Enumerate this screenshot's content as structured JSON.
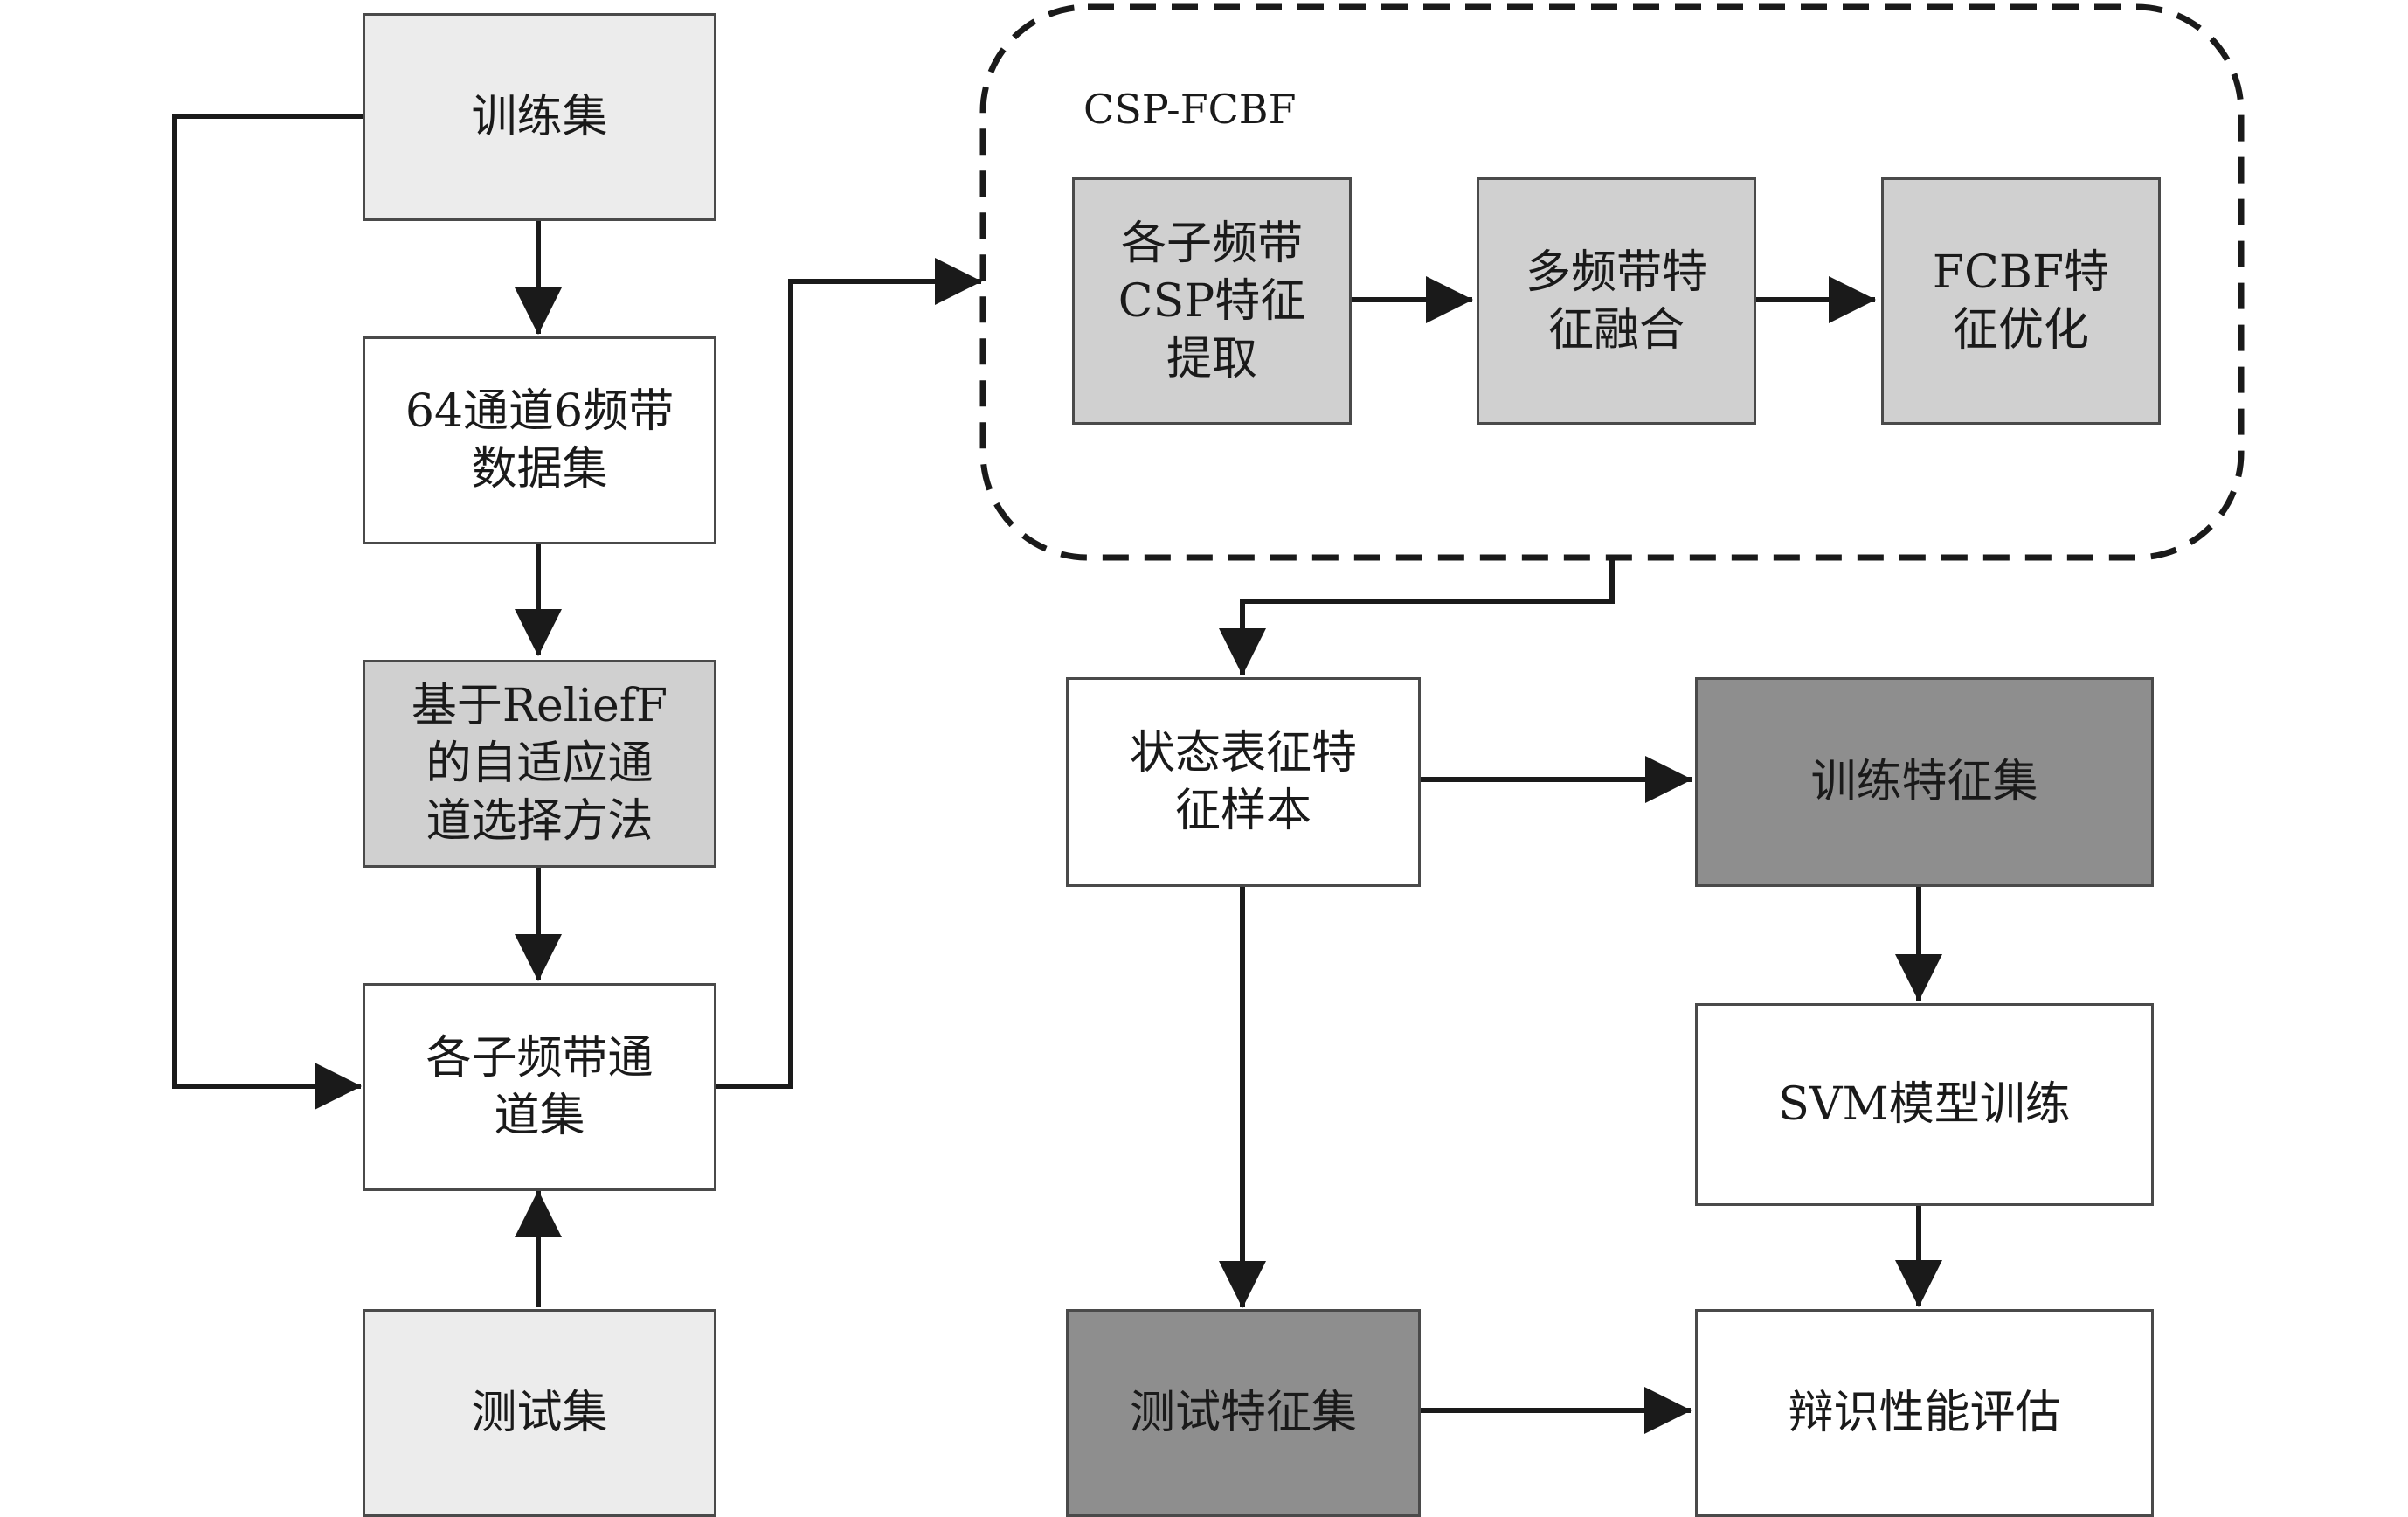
{
  "group": {
    "label": "CSP-FCBF"
  },
  "nodes": {
    "train_set": "训练集",
    "dataset_64ch": "64通道6频带\n数据集",
    "relieff": "基于ReliefF\n的自适应通\n道选择方法",
    "subband_channels": "各子频带通\n道集",
    "test_set": "测试集",
    "csp_extract": "各子频带\nCSP特征\n提取",
    "multiband_fusion": "多频带特\n征融合",
    "fcbf_optimize": "FCBF特\n征优化",
    "state_samples": "状态表征特\n征样本",
    "train_features": "训练特征集",
    "svm_training": "SVM模型训练",
    "test_features": "测试特征集",
    "evaluation": "辩识性能评估"
  },
  "colors": {
    "light": "#ececec",
    "mid": "#d0d0d0",
    "dark": "#8e8e8e",
    "stroke": "#1a1a1a"
  }
}
